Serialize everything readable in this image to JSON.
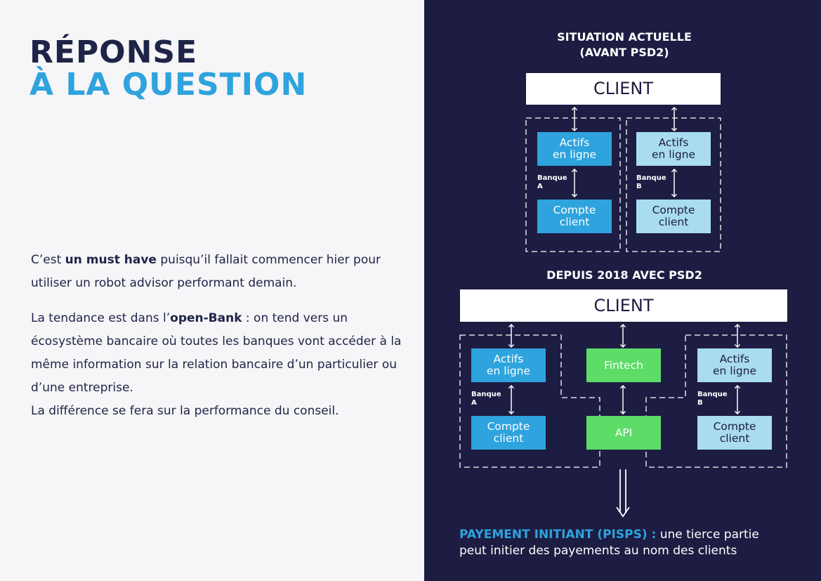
{
  "title": {
    "line1": "RÉPONSE",
    "line2": "À LA QUESTION"
  },
  "para1": {
    "a": "C’est ",
    "b": "un must have",
    "c": " puisqu’il fallait commencer hier pour utiliser un robot advisor performant demain."
  },
  "para2": {
    "a": "La tendance est dans l’",
    "b": "open-Bank",
    "c": " : on tend vers un écosystème bancaire où toutes les banques vont accéder à la même information sur la relation bancaire d’un particulier ou d’une entreprise.",
    "d": "La différence se fera sur la performance du conseil."
  },
  "diagram1": {
    "heading_line1": "SITUATION ACTUELLE",
    "heading_line2": "(AVANT PSD2)",
    "client": "CLIENT",
    "bank_a": {
      "label_line1": "Banque",
      "label_line2": "A",
      "top_line1": "Actifs",
      "top_line2": "en ligne",
      "bottom_line1": "Compte",
      "bottom_line2": "client"
    },
    "bank_b": {
      "label_line1": "Banque",
      "label_line2": "B",
      "top_line1": "Actifs",
      "top_line2": "en ligne",
      "bottom_line1": "Compte",
      "bottom_line2": "client"
    }
  },
  "diagram2": {
    "heading": "DEPUIS 2018 AVEC PSD2",
    "client": "CLIENT",
    "bank_a": {
      "label_line1": "Banque",
      "label_line2": "A",
      "top_line1": "Actifs",
      "top_line2": "en ligne",
      "bottom_line1": "Compte",
      "bottom_line2": "client"
    },
    "bank_b": {
      "label_line1": "Banque",
      "label_line2": "B",
      "top_line1": "Actifs",
      "top_line2": "en ligne",
      "bottom_line1": "Compte",
      "bottom_line2": "client"
    },
    "fintech": "Fintech",
    "api": "API"
  },
  "footer": {
    "highlight": "PAYEMENT INITIANT (PISPS) :",
    "text_line1": " une tierce partie",
    "text_line2": "peut initier des payements au nom des clients"
  },
  "colors": {
    "navy": "#1d1c42",
    "blue": "#2ea3dd",
    "light_blue": "#a9dcf0",
    "green": "#5ddc68"
  }
}
